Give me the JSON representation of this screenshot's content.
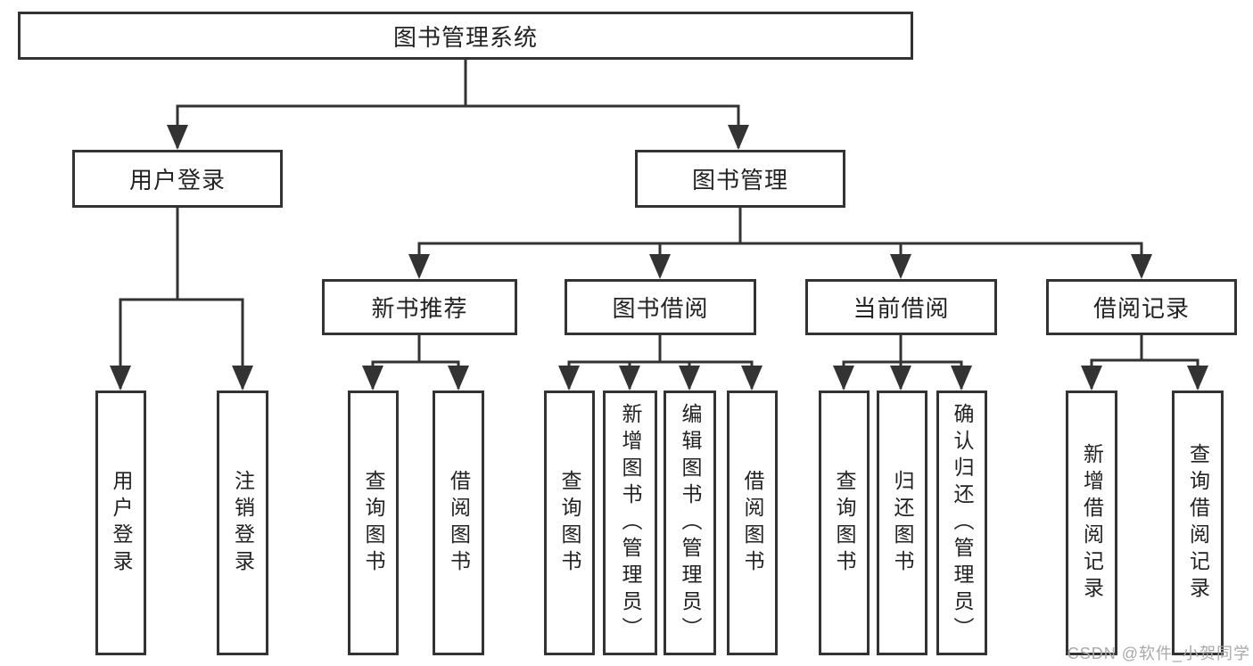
{
  "diagram": {
    "title": "图书管理系统",
    "branches": [
      {
        "label": "用户登录",
        "children": [
          {
            "label": "用户登录"
          },
          {
            "label": "注销登录"
          }
        ]
      },
      {
        "label": "图书管理",
        "children": [
          {
            "label": "新书推荐",
            "children": [
              {
                "label": "查询图书"
              },
              {
                "label": "借阅图书"
              }
            ]
          },
          {
            "label": "图书借阅",
            "children": [
              {
                "label": "查询图书"
              },
              {
                "label": "新增图书（管理员）"
              },
              {
                "label": "编辑图书（管理员）"
              },
              {
                "label": "借阅图书"
              }
            ]
          },
          {
            "label": "当前借阅",
            "children": [
              {
                "label": "查询图书"
              },
              {
                "label": "归还图书"
              },
              {
                "label": "确认归还（管理员）"
              }
            ]
          },
          {
            "label": "借阅记录",
            "children": [
              {
                "label": "新增借阅记录"
              },
              {
                "label": "查询借阅记录"
              }
            ]
          }
        ]
      }
    ]
  },
  "watermark": {
    "text": "CSDN @软件_小贺同学"
  },
  "colors": {
    "line": "#333333",
    "text": "#222222",
    "watermark": "#a9a9a9",
    "background": "#ffffff"
  }
}
